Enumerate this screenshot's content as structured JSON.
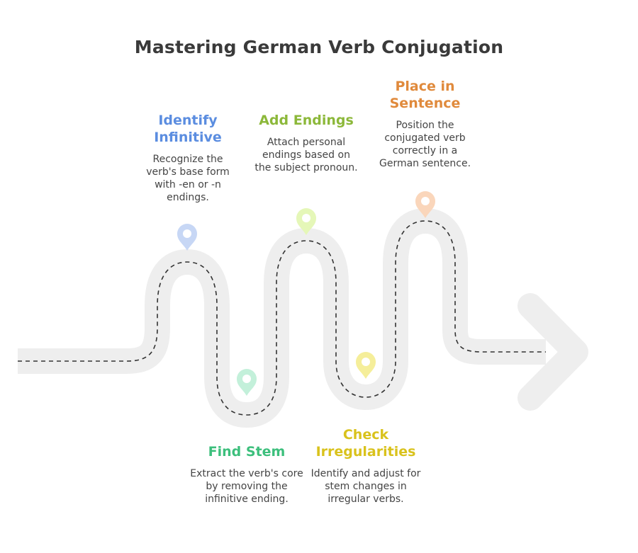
{
  "title": "Mastering German Verb Conjugation",
  "colors": {
    "road": "#eeeeee",
    "dash": "#333333",
    "text": "#444444"
  },
  "steps": [
    {
      "title": "Identify Infinitive",
      "description": "Recognize the verb's base form with -en or -n endings.",
      "color": "#5b8de0",
      "pin_color": "#c7d7f5",
      "icon": "map-pin-icon"
    },
    {
      "title": "Find Stem",
      "description": "Extract the verb's core by removing the infinitive ending.",
      "color": "#3cbf7c",
      "pin_color": "#c3f0da",
      "icon": "map-pin-icon"
    },
    {
      "title": "Add Endings",
      "description": "Attach personal endings based on the subject pronoun.",
      "color": "#8cb83a",
      "pin_color": "#e5f7b8",
      "icon": "map-pin-icon"
    },
    {
      "title": "Check Irregularities",
      "description": "Identify and adjust for stem changes in irregular verbs.",
      "color": "#d9c21c",
      "pin_color": "#f5ee9a",
      "icon": "map-pin-icon"
    },
    {
      "title": "Place in Sentence",
      "description": "Position the conjugated verb correctly in a German sentence.",
      "color": "#e08a3c",
      "pin_color": "#fad6bb",
      "icon": "map-pin-icon"
    }
  ]
}
